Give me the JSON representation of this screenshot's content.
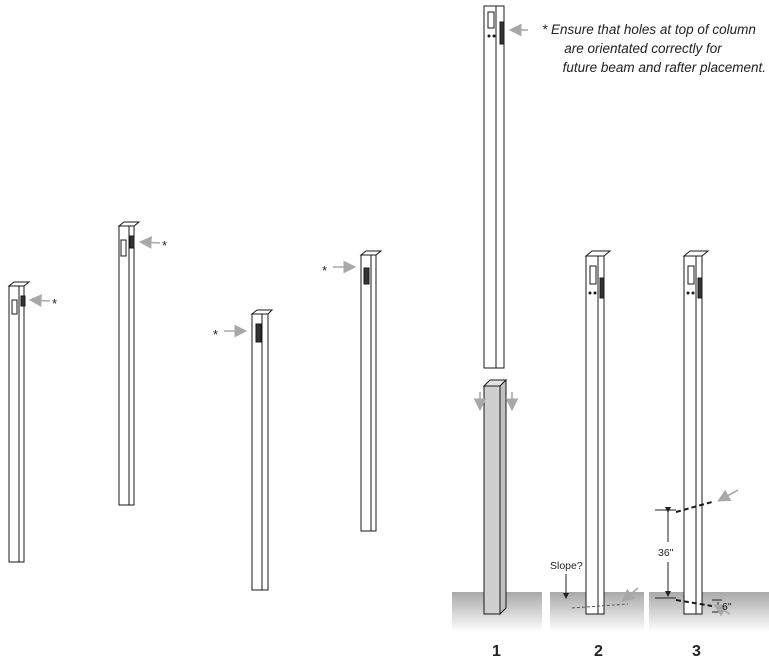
{
  "note": {
    "marker": "*",
    "line1": "Ensure that holes at top of column",
    "line2": "are orientated correctly for",
    "line3": "future beam and rafter placement."
  },
  "markers": {
    "asterisk": "*"
  },
  "labels": {
    "slope": "Slope?",
    "height": "36\"",
    "depth": "6\""
  },
  "steps": [
    "1",
    "2",
    "3"
  ],
  "colors": {
    "ground": "#b9b9b9",
    "post_fill": "#d4d4d4",
    "outline": "#1a1a1a",
    "arrow": "#a8a8a8"
  }
}
